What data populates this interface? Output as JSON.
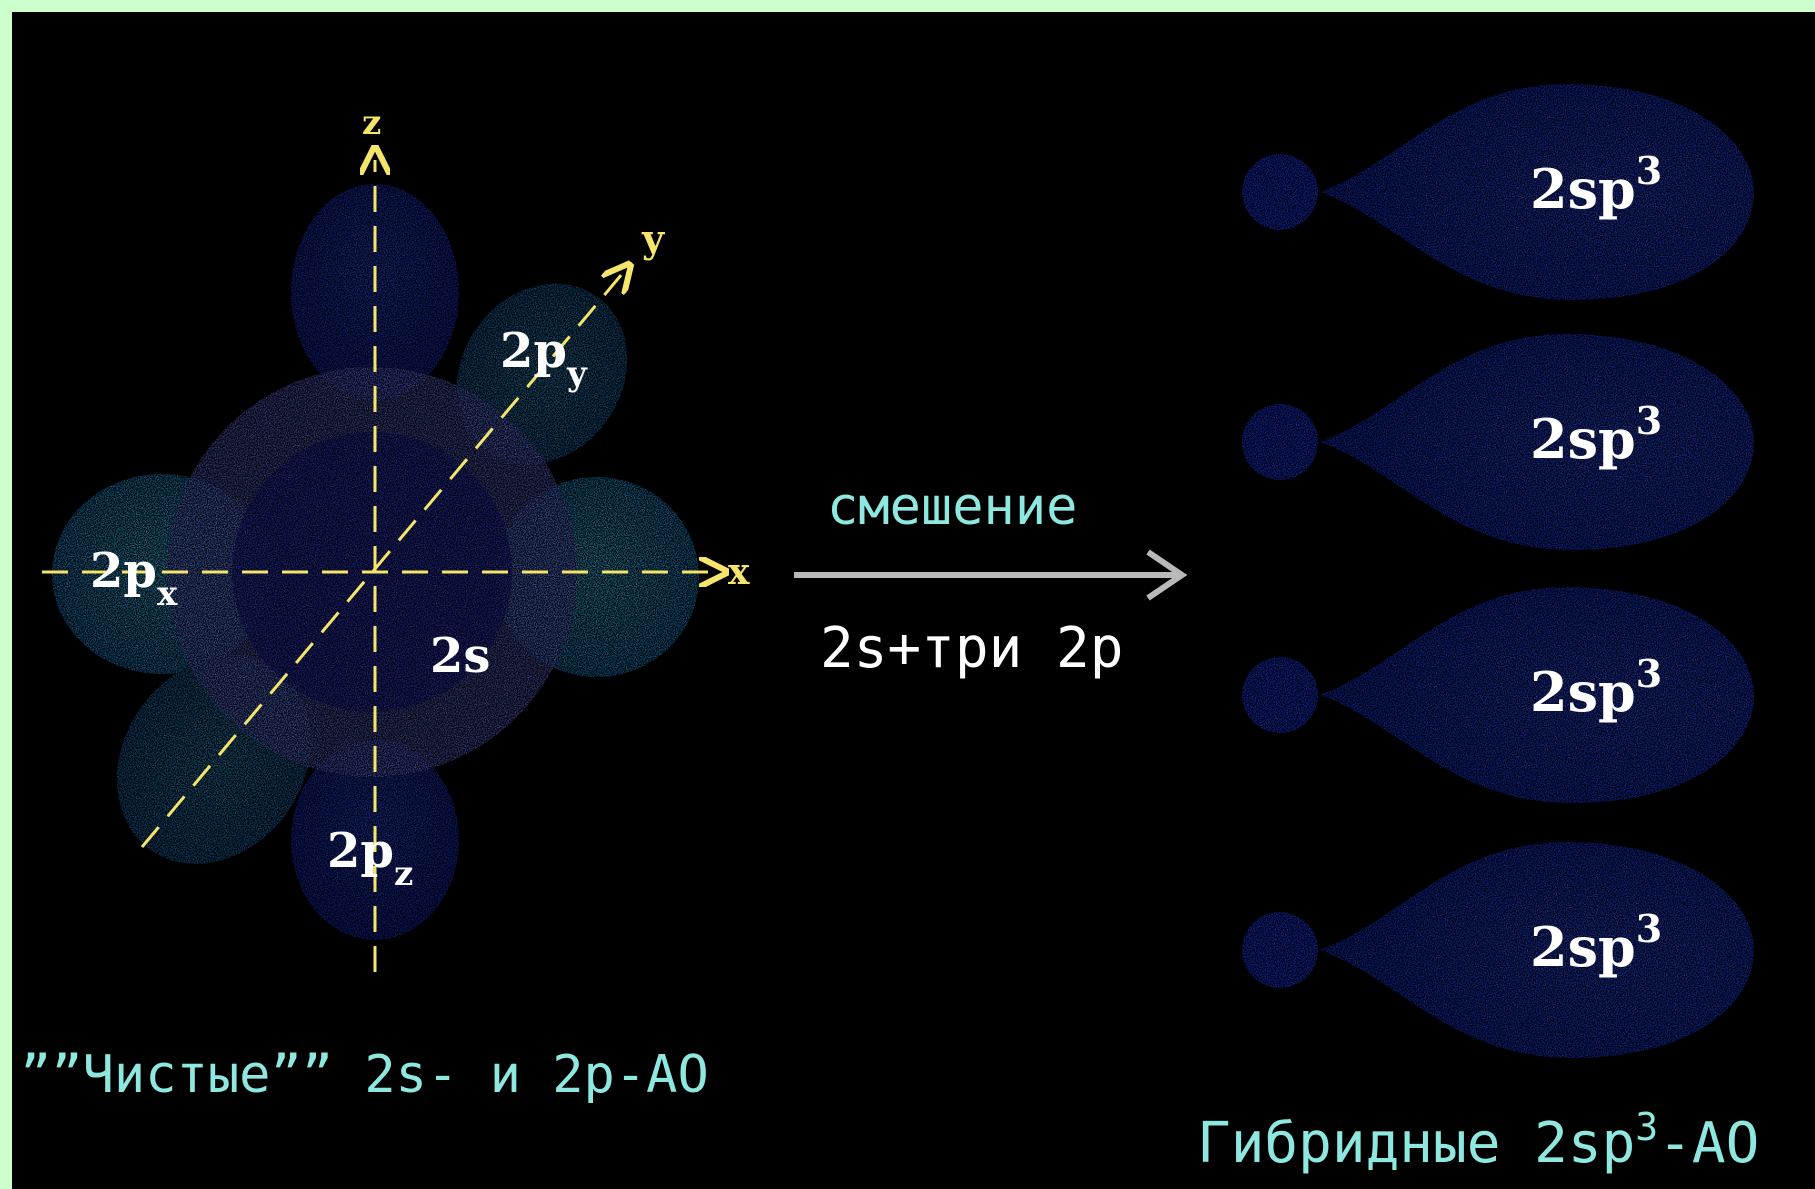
{
  "left_orbitals": {
    "axes": {
      "z": "z",
      "y": "y",
      "x": "x"
    },
    "labels": {
      "py_base": "2p",
      "py_sub": "y",
      "px_base": "2p",
      "px_sub": "x",
      "pz_base": "2p",
      "pz_sub": "z",
      "s": "2s"
    },
    "caption": "””Чистые”” 2s- и 2p-АО"
  },
  "process": {
    "top_label": "смешение",
    "bottom_label": "2s+три 2p"
  },
  "hybrid_orbitals": {
    "items": [
      {
        "base": "2sp",
        "sup": "3"
      },
      {
        "base": "2sp",
        "sup": "3"
      },
      {
        "base": "2sp",
        "sup": "3"
      },
      {
        "base": "2sp",
        "sup": "3"
      }
    ],
    "caption_base": "Гибридные 2sp",
    "caption_sup": "3",
    "caption_end": "-АО"
  },
  "colors": {
    "background": "#000000",
    "frame": "#ccffcc",
    "orbital_dark_blue": "#1a2fd0",
    "orbital_blue": "#1f48ff",
    "orbital_cyan": "#2aa8e8",
    "orbital_light": "#6f7fff",
    "axis_yellow": "#f5e56a",
    "arrow_gray": "#b9b9b9",
    "text_cyan": "#8fe8e0",
    "text_white": "#ffffff"
  }
}
